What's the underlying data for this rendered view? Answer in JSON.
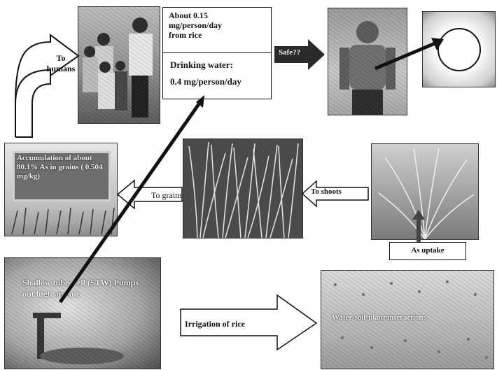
{
  "colors": {
    "ink": "#111111",
    "safe_arrow_fill": "#2a2a2a",
    "photo_dark": "#3a3a3a",
    "photo_light": "#d8d8d8"
  },
  "labels": {
    "to_humans": "To humans",
    "rice_intake": [
      "About 0.15",
      "mg/person/day",
      "from rice"
    ],
    "drinking_water_title": "Drinking water:",
    "drinking_water_value": "0.4 mg/person/day",
    "safe": "Safe??",
    "accumulation": "Accumulation of about 80.1% As in grains ( 0.504 mg/kg)",
    "to_grains": "To grains",
    "to_shoots": "To shoots",
    "as_uptake": "As uptake",
    "well": "Shallow tube well (STW) Pumps out high arsenic",
    "irrigation": "Irrigation of rice",
    "water_soil": "Water-soil-plant interactions"
  },
  "icons": {
    "curved_arrow": "curved-up-right-arrow-icon",
    "right_arrow": "block-right-arrow-icon",
    "left_arrow": "block-left-arrow-icon",
    "up_arrow": "up-arrow-icon",
    "diagonal_arrow": "diagonal-arrow-icon",
    "magnify_circle": "magnify-circle-icon"
  }
}
